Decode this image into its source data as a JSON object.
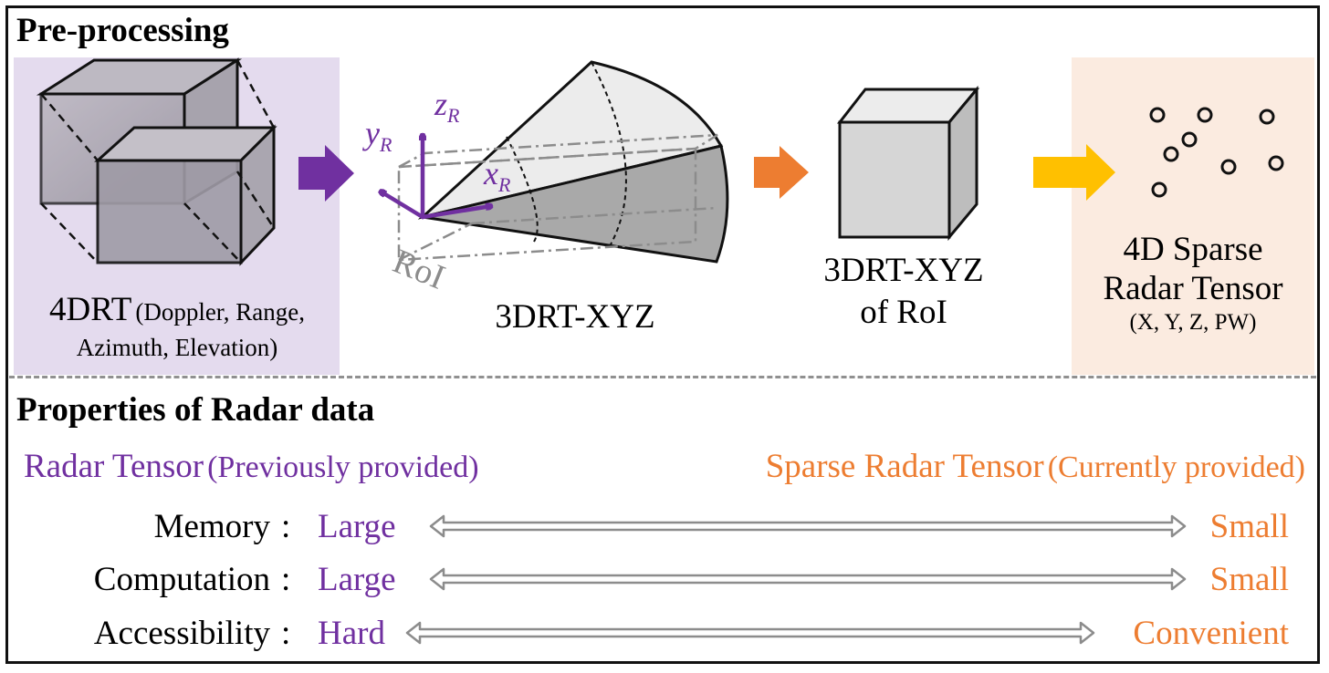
{
  "colors": {
    "purple": "#7030a0",
    "orange": "#ed7d31",
    "yellow": "#ffc000",
    "gray": "#8c8c8c",
    "purple_bg": "#e4dbee",
    "peach_bg": "#fbebe0"
  },
  "preprocessing": {
    "title": "Pre-processing",
    "step1": {
      "name": "4DRT",
      "detail": "(Doppler, Range,",
      "detail2": "Azimuth, Elevation)"
    },
    "step2": {
      "name": "3DRT-XYZ",
      "roi_label": "RoI",
      "axis_x": "x",
      "axis_y": "y",
      "axis_z": "z",
      "axis_sub": "R"
    },
    "step3": {
      "line1": "3DRT-XYZ",
      "line2": "of RoI"
    },
    "step4": {
      "line1": "4D Sparse",
      "line2": "Radar Tensor",
      "detail": "(X, Y, Z, PW)"
    }
  },
  "properties": {
    "title": "Properties of Radar data",
    "left_header": {
      "name": "Radar Tensor",
      "note": "(Previously provided)"
    },
    "right_header": {
      "name": "Sparse Radar Tensor",
      "note": "(Currently provided)"
    },
    "rows": [
      {
        "label": "Memory",
        "colon": ":",
        "left": "Large",
        "right": "Small"
      },
      {
        "label": "Computation",
        "colon": ":",
        "left": "Large",
        "right": "Small"
      },
      {
        "label": "Accessibility",
        "colon": ":",
        "left": "Hard",
        "right": "Convenient"
      }
    ]
  }
}
